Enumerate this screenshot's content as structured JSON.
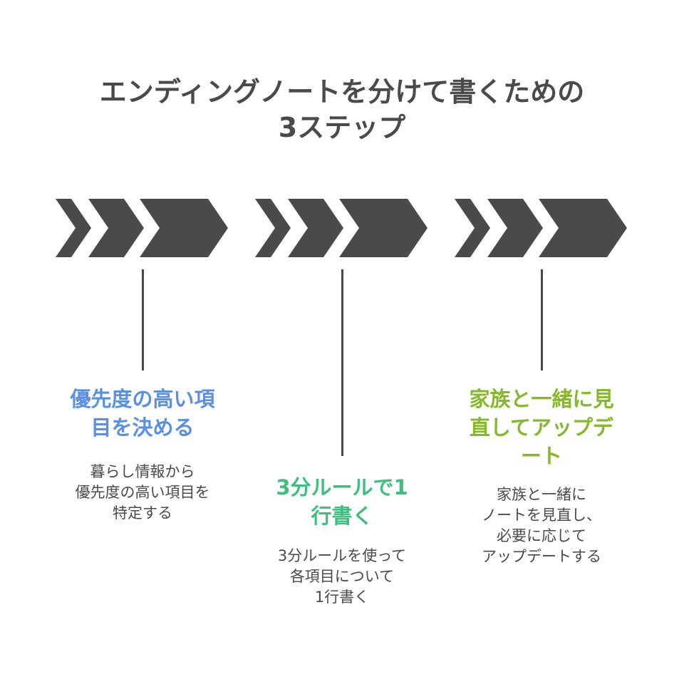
{
  "title": {
    "line1": "エンディングノートを分けて書くための",
    "line2": "3ステップ"
  },
  "colors": {
    "text_dark": "#4a4a4a",
    "chevron": "#4a4a4a",
    "step1": "#5b8fe0",
    "step2": "#3fbf7f",
    "step3": "#86b82c"
  },
  "steps": [
    {
      "title_lines": [
        "優先度の高い項",
        "目を決める"
      ],
      "desc_lines": [
        "暮らし情報から",
        "優先度の高い項目を",
        "特定する"
      ]
    },
    {
      "title_lines": [
        "3分ルールで1",
        "行書く"
      ],
      "desc_lines": [
        "3分ルールを使って",
        "各項目について",
        "1行書く"
      ]
    },
    {
      "title_lines": [
        "家族と一緒に見",
        "直してアップデ",
        "ート"
      ],
      "desc_lines": [
        "家族と一緒に",
        "ノートを見直し、",
        "必要に応じて",
        "アップデートする"
      ]
    }
  ]
}
